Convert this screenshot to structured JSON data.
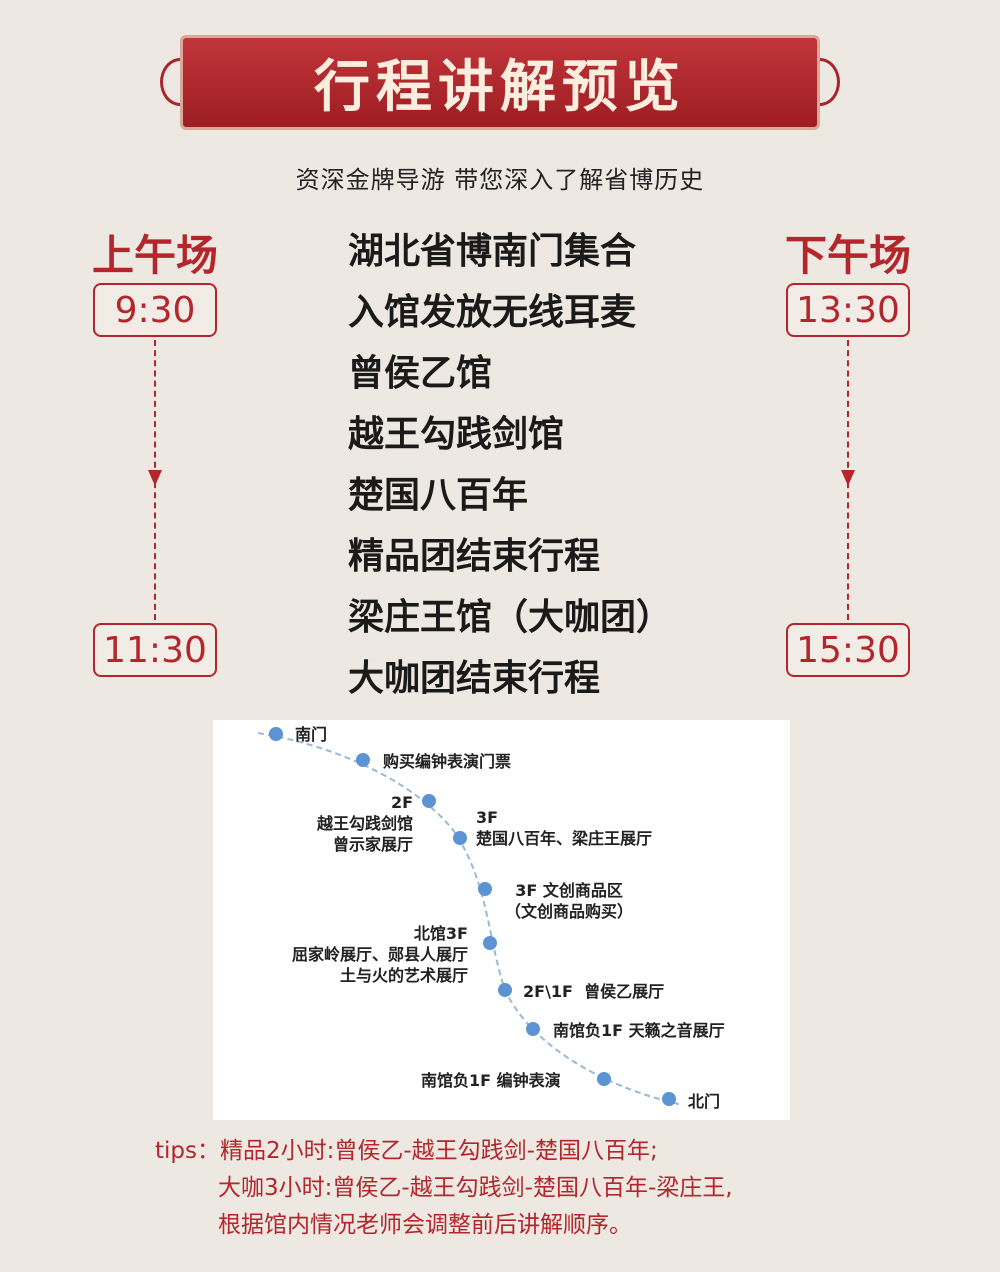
{
  "title": "行程讲解预览",
  "subtitle": "资深金牌导游 带您深入了解省博历史",
  "morning": {
    "label": "上午场",
    "start": "9:30",
    "end": "11:30"
  },
  "afternoon": {
    "label": "下午场",
    "start": "13:30",
    "end": "15:30"
  },
  "itinerary": [
    "湖北省博南门集合",
    "入馆发放无线耳麦",
    "曾侯乙馆",
    "越王勾践剑馆",
    "楚国八百年",
    "精品团结束行程",
    "梁庄王馆（大咖团）",
    "大咖团结束行程"
  ],
  "route_map": {
    "stops": [
      "南门",
      "购买编钟表演门票",
      "2F\n越王勾践剑馆\n曾示家展厅",
      "3F\n楚国八百年、梁庄王展厅",
      "3F 文创商品区\n（文创商品购买）",
      "北馆3F\n屈家岭展厅、郧县人展厅\n土与火的艺术展厅",
      "2F\\1F  曾侯乙展厅",
      "南馆负1F 天籁之音展厅",
      "南馆负1F 编钟表演",
      "北门"
    ],
    "color": "#5b93d3"
  },
  "tips": {
    "label": "tips：",
    "lines": [
      "精品2小时:曾侯乙-越王勾践剑-楚国八百年;",
      "大咖3小时:曾侯乙-越王勾践剑-楚国八百年-梁庄王,",
      "根据馆内情况老师会调整前后讲解顺序。"
    ]
  }
}
